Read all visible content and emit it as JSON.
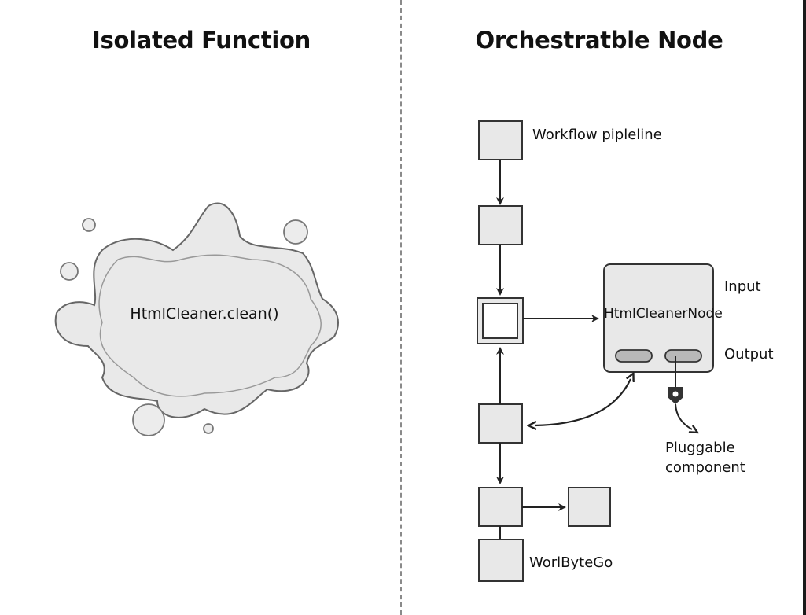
{
  "left_panel": {
    "title": "Isolated Function",
    "blob_label": "HtmlCleaner.clean()"
  },
  "right_panel": {
    "title": "Orchestratble Node",
    "pipeline_label": "Workflow pipleline",
    "node": {
      "name": "HtmlCleanerNode",
      "input_label": "Input",
      "output_label": "Output"
    },
    "plugin_label_line1": "Pluggable",
    "plugin_label_line2": "component",
    "bottom_label": "WorlByteGo"
  },
  "colors": {
    "box_fill": "#e8e8e8",
    "stroke": "#333333",
    "blob_fill": "#e9e9e9",
    "port_fill": "#b8b8b8",
    "divider": "#8a8a8a"
  }
}
